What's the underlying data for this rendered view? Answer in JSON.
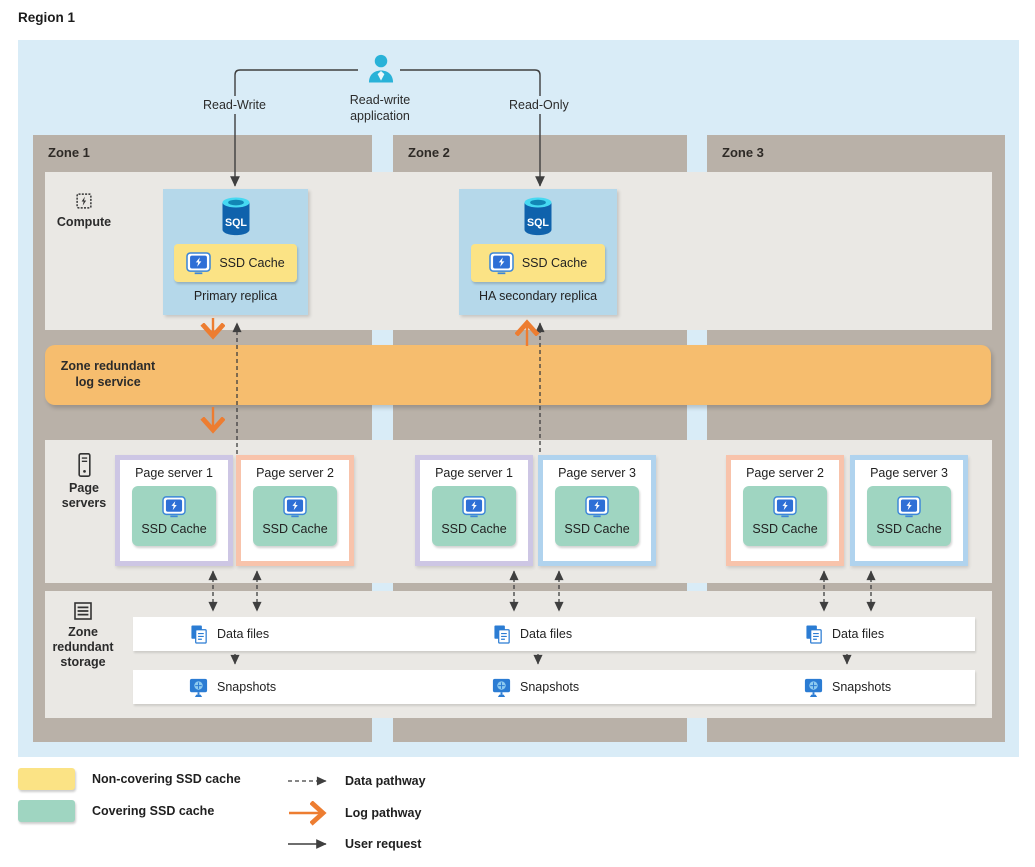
{
  "region": {
    "title": "Region 1"
  },
  "top": {
    "app_line1": "Read-write",
    "app_line2": "application",
    "read_write": "Read-Write",
    "read_only": "Read-Only"
  },
  "zones": [
    "Zone 1",
    "Zone 2",
    "Zone 3"
  ],
  "compute": {
    "label": "Compute",
    "primary": "Primary replica",
    "secondary": "HA secondary replica"
  },
  "labels": {
    "ssd_cache": "SSD Cache"
  },
  "log_service": {
    "label": "Zone redundant log service"
  },
  "page_servers": {
    "label": "Page servers",
    "items": [
      {
        "name": "Page server 1",
        "zone": "Zone 1",
        "border": "purple"
      },
      {
        "name": "Page server 2",
        "zone": "Zone 1",
        "border": "salmon"
      },
      {
        "name": "Page server 1",
        "zone": "Zone 2",
        "border": "purple"
      },
      {
        "name": "Page server 3",
        "zone": "Zone 2",
        "border": "blue"
      },
      {
        "name": "Page server 2",
        "zone": "Zone 3",
        "border": "salmon"
      },
      {
        "name": "Page server 3",
        "zone": "Zone 3",
        "border": "blue"
      }
    ]
  },
  "storage": {
    "label": "Zone redundant storage",
    "data_files": "Data files",
    "snapshots": "Snapshots"
  },
  "legend": {
    "swatches": [
      {
        "label": "Non-covering SSD cache",
        "color": "#fbe385"
      },
      {
        "label": "Covering SSD cache",
        "color": "#9fd5c1"
      }
    ],
    "pathways": [
      {
        "label": "Data pathway",
        "style": "dashed-dark"
      },
      {
        "label": "Log pathway",
        "style": "solid-orange"
      },
      {
        "label": "User request",
        "style": "solid-dark"
      }
    ]
  },
  "colors": {
    "region_bg": "#d9ecf7",
    "zone_column": "#b9b1a8",
    "band_bg": "#eae8e4",
    "log_bar": "#f6bd6e",
    "log_arrow": "#ed7d31",
    "replica_box": "#b5d8ea",
    "non_covering_cache": "#fbe385",
    "covering_cache": "#9fd5c1",
    "ps_border_purple": "#cdc6e4",
    "ps_border_salmon": "#f8c3ab",
    "ps_border_blue": "#b0d3ee",
    "arrow_dark": "#3f3f3f",
    "person_icon": "#29b2d8"
  }
}
